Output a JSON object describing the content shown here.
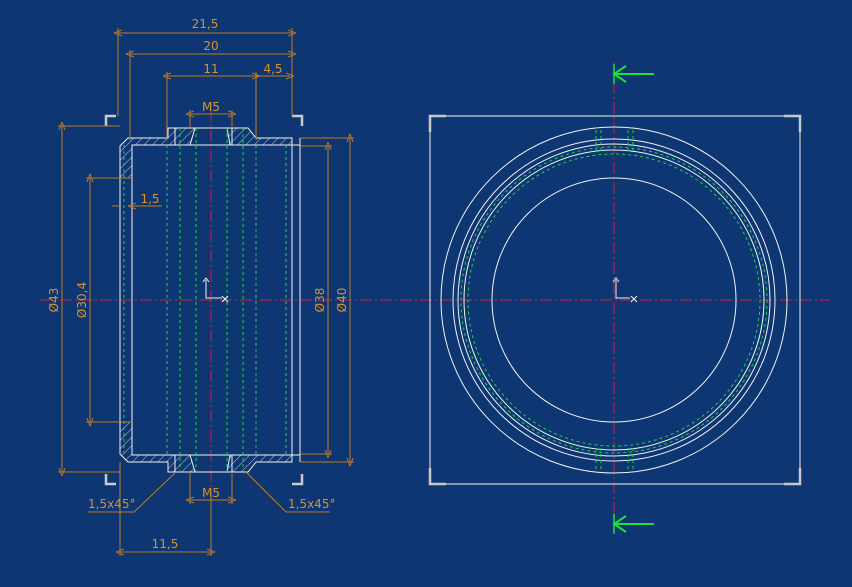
{
  "drawing": {
    "dimensions": {
      "overall_length": "21,5",
      "body_length": "20",
      "hole_position": "11",
      "chamfer_offset": "4,5",
      "thread_top": "M5",
      "thread_bottom": "M5",
      "recess_depth": "1,5",
      "outer_dia": "Ø43",
      "inner_dia": "Ø30,4",
      "bore_dia": "Ø38",
      "body_dia": "Ø40",
      "chamfer_left": "1,5x45°",
      "chamfer_right": "1,5x45°",
      "bottom_hole_position": "11,5"
    },
    "colors": {
      "background": "#0d3673",
      "dimension": "#c07a22",
      "geometry": "#f2f2f2",
      "hidden": "#1fd14a",
      "centerline": "#d9203a",
      "section_arrow": "#19e33a"
    },
    "icons": {
      "origin": "coordinate-axes-icon",
      "section": "section-arrow-icon"
    }
  }
}
